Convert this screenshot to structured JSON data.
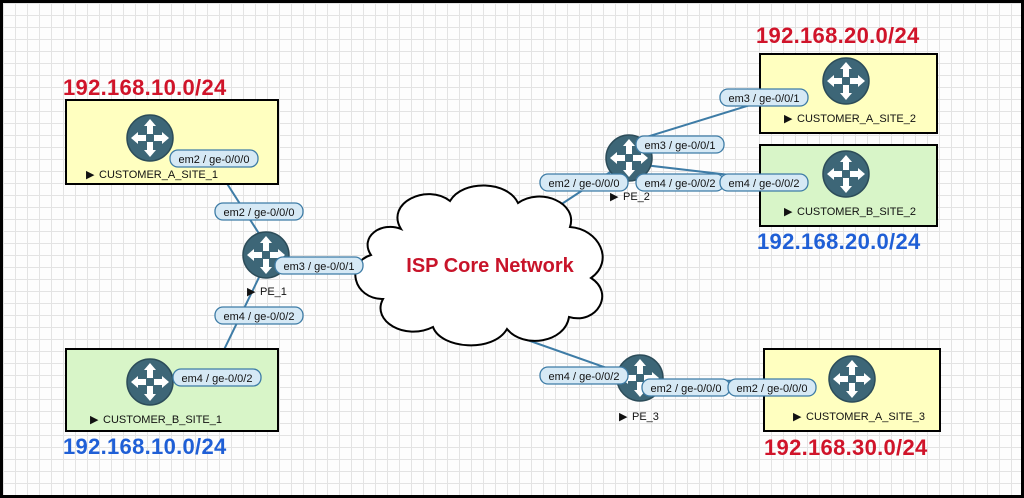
{
  "colors": {
    "customer_a_fill": "#ffffc0",
    "customer_b_fill": "#d8f5c8",
    "subnet_red": "#d0142a",
    "subnet_blue": "#1f5fd6",
    "router": "#3d6677",
    "link": "#3e7ca6",
    "cloud_text": "#c8142a"
  },
  "cloud": {
    "label": "ISP Core Network",
    "icon": "cloud-icon"
  },
  "subnets": {
    "site_a1": "192.168.10.0/24",
    "site_b1": "192.168.10.0/24",
    "site_a2": "192.168.20.0/24",
    "site_b2": "192.168.20.0/24",
    "site_a3": "192.168.30.0/24"
  },
  "nodes": {
    "customer_a_site_1": "CUSTOMER_A_SITE_1",
    "customer_b_site_1": "CUSTOMER_B_SITE_1",
    "pe_1": "PE_1",
    "pe_2": "PE_2",
    "pe_3": "PE_3",
    "customer_a_site_2": "CUSTOMER_A_SITE_2",
    "customer_b_site_2": "CUSTOMER_B_SITE_2",
    "customer_a_site_3": "CUSTOMER_A_SITE_3"
  },
  "interfaces": {
    "ca1_em2": "em2 / ge-0/0/0",
    "pe1_em2": "em2 / ge-0/0/0",
    "pe1_em3": "em3 / ge-0/0/1",
    "pe1_em4": "em4 / ge-0/0/2",
    "cb1_em4": "em4 / ge-0/0/2",
    "pe2_em2": "em2 / ge-0/0/0",
    "pe2_em3": "em3 / ge-0/0/1",
    "ca2_em3": "em3 / ge-0/0/1",
    "pe2_em4": "em4 / ge-0/0/2",
    "cb2_em4": "em4 / ge-0/0/2",
    "pe3_em4": "em4 / ge-0/0/2",
    "pe3_em2": "em2 / ge-0/0/0",
    "ca3_em2": "em2 / ge-0/0/0"
  },
  "icons": {
    "router": "router-icon",
    "expand": "triangle-right-icon"
  }
}
